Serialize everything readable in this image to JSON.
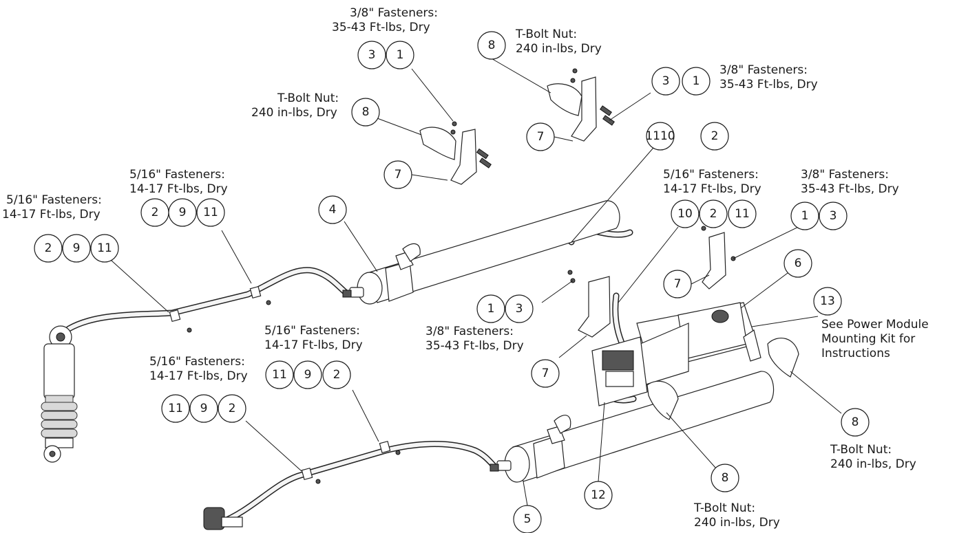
{
  "notes": {
    "top_left_fast": [
      "3/8\" Fasteners:",
      "35-43 Ft-lbs, Dry"
    ],
    "top_mid_tbolt": [
      "T-Bolt Nut:",
      "240 in-lbs, Dry"
    ],
    "top_right_fast": [
      "3/8\" Fasteners:",
      "35-43 Ft-lbs, Dry"
    ],
    "left_tbolt": [
      "T-Bolt Nut:",
      "240 in-lbs, Dry"
    ],
    "hose_upper_fast": [
      "5/16\" Fasteners:",
      "14-17 Ft-lbs, Dry"
    ],
    "far_left_fast": [
      "5/16\" Fasteners:",
      "14-17 Ft-lbs, Dry"
    ],
    "mid_right_516": [
      "5/16\" Fasteners:",
      "14-17 Ft-lbs, Dry"
    ],
    "right_38": [
      "3/8\" Fasteners:",
      "35-43 Ft-lbs, Dry"
    ],
    "center_38": [
      "3/8\" Fasteners:",
      "35-43 Ft-lbs, Dry"
    ],
    "lower_516_a": [
      "5/16\" Fasteners:",
      "14-17 Ft-lbs, Dry"
    ],
    "lower_516_b": [
      "5/16\" Fasteners:",
      "14-17 Ft-lbs, Dry"
    ],
    "power_module": [
      "See Power Module",
      "Mounting Kit for",
      "Instructions"
    ],
    "bottom_right_tbolt": [
      "T-Bolt Nut:",
      "240 in-lbs, Dry"
    ],
    "bottom_center_tbolt": [
      "T-Bolt Nut:",
      "240 in-lbs, Dry"
    ]
  },
  "balloons": {
    "b3_top": "3",
    "b1_top": "1",
    "b8_topmid": "8",
    "b3_topright": "3",
    "b1_topright": "1",
    "b8_left": "8",
    "b7_left": "7",
    "b7_topright": "7",
    "b1110": "1110",
    "b2_top": "2",
    "b2_a": "2",
    "b9_a": "9",
    "b11_a": "11",
    "b2_b": "2",
    "b9_b": "9",
    "b11_b": "11",
    "b4": "4",
    "b10": "10",
    "b2_c": "2",
    "b11_c": "11",
    "b1_r": "1",
    "b3_r": "3",
    "b6": "6",
    "b7_r": "7",
    "b1_c": "1",
    "b3_c": "3",
    "b13": "13",
    "b7_c": "7",
    "b11_d": "11",
    "b9_d": "9",
    "b2_d": "2",
    "b11_e": "11",
    "b9_e": "9",
    "b2_e": "2",
    "b8_br": "8",
    "b8_bc": "8",
    "b12": "12",
    "b5": "5"
  }
}
